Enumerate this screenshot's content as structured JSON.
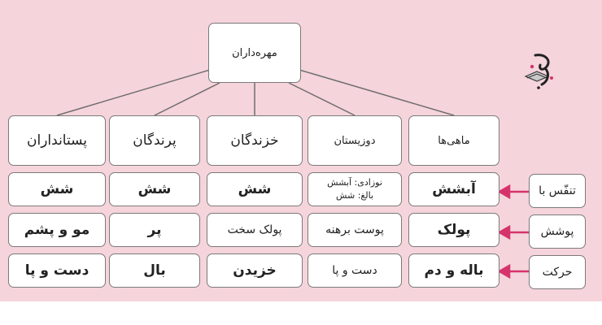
{
  "diagram": {
    "root": "مهره‌داران",
    "groups": [
      {
        "id": "mammals",
        "title": "پستانداران",
        "breathing": "شش",
        "covering": "مو و پشم",
        "movement": "دست و پا"
      },
      {
        "id": "birds",
        "title": "پرندگان",
        "breathing": "شش",
        "covering": "پر",
        "movement": "بال"
      },
      {
        "id": "reptiles",
        "title": "خزندگان",
        "breathing": "شش",
        "covering": "پولک سخت",
        "movement": "خزیدن"
      },
      {
        "id": "amphibians",
        "title": "دوزیستان",
        "breathing_newborn": "نوزادی: آبشش",
        "breathing_adult": "بالغ: شش",
        "covering": "پوست برهنه",
        "movement": "دست و پا"
      },
      {
        "id": "fish",
        "title": "ماهی‌ها",
        "breathing": "آبشش",
        "covering": "پولک",
        "movement": "باله و دم"
      }
    ],
    "row_labels": {
      "breathing": "تنفّس با",
      "covering": "پوشش",
      "movement": "حرکت"
    }
  },
  "colors": {
    "background": "#f6d4dc",
    "arrow": "#d6336c",
    "border": "#7a7a7a"
  },
  "logo": {
    "icon": "book-logo-icon"
  }
}
